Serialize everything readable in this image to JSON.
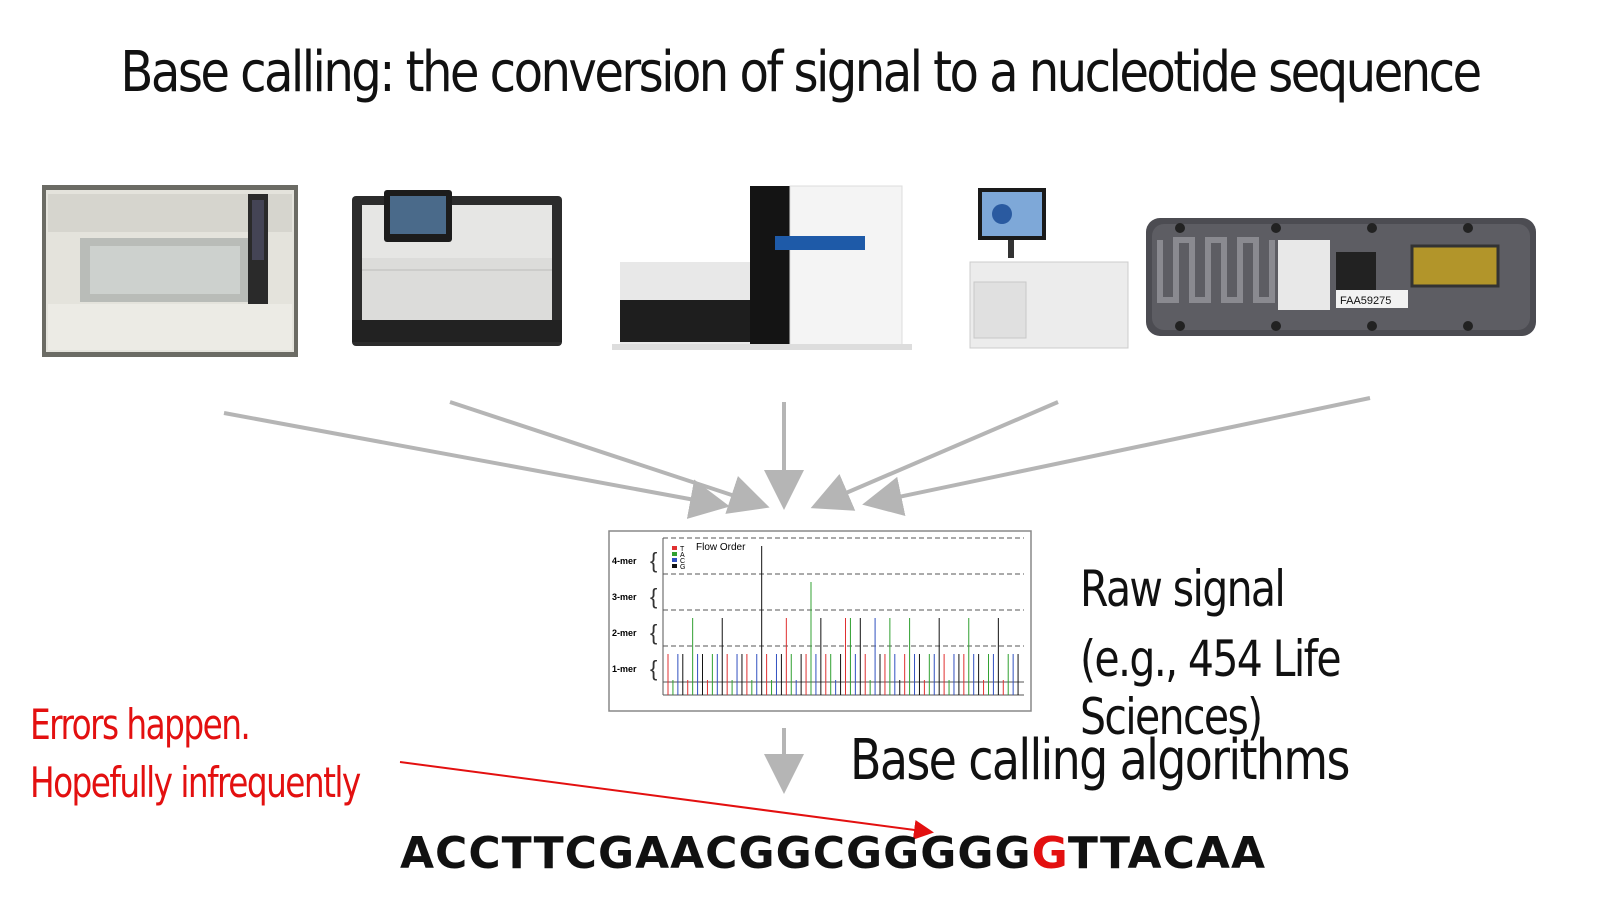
{
  "title": "Base calling: the conversion of signal to a nucleotide sequence",
  "raw_signal": {
    "line1": "Raw signal",
    "line2": "(e.g., 454 Life Sciences)"
  },
  "algorithms_label": "Base calling algorithms",
  "errors": {
    "line1": "Errors happen.",
    "line2": "Hopefully infrequently"
  },
  "sequence": {
    "before": "ACCTTCGAACGGCGGGGG",
    "error_base": "G",
    "after": "TTACAA"
  },
  "flowgram": {
    "legend_title": "Flow Order",
    "legend": [
      "T",
      "A",
      "C",
      "G"
    ],
    "y_labels": [
      "4-mer",
      "3-mer",
      "2-mer",
      "1-mer"
    ],
    "colors": {
      "T": "#e03030",
      "A": "#30a030",
      "C": "#3050c0",
      "G": "#111111"
    }
  },
  "colors": {
    "error": "#e31010",
    "arrow": "#b5b5b5"
  }
}
